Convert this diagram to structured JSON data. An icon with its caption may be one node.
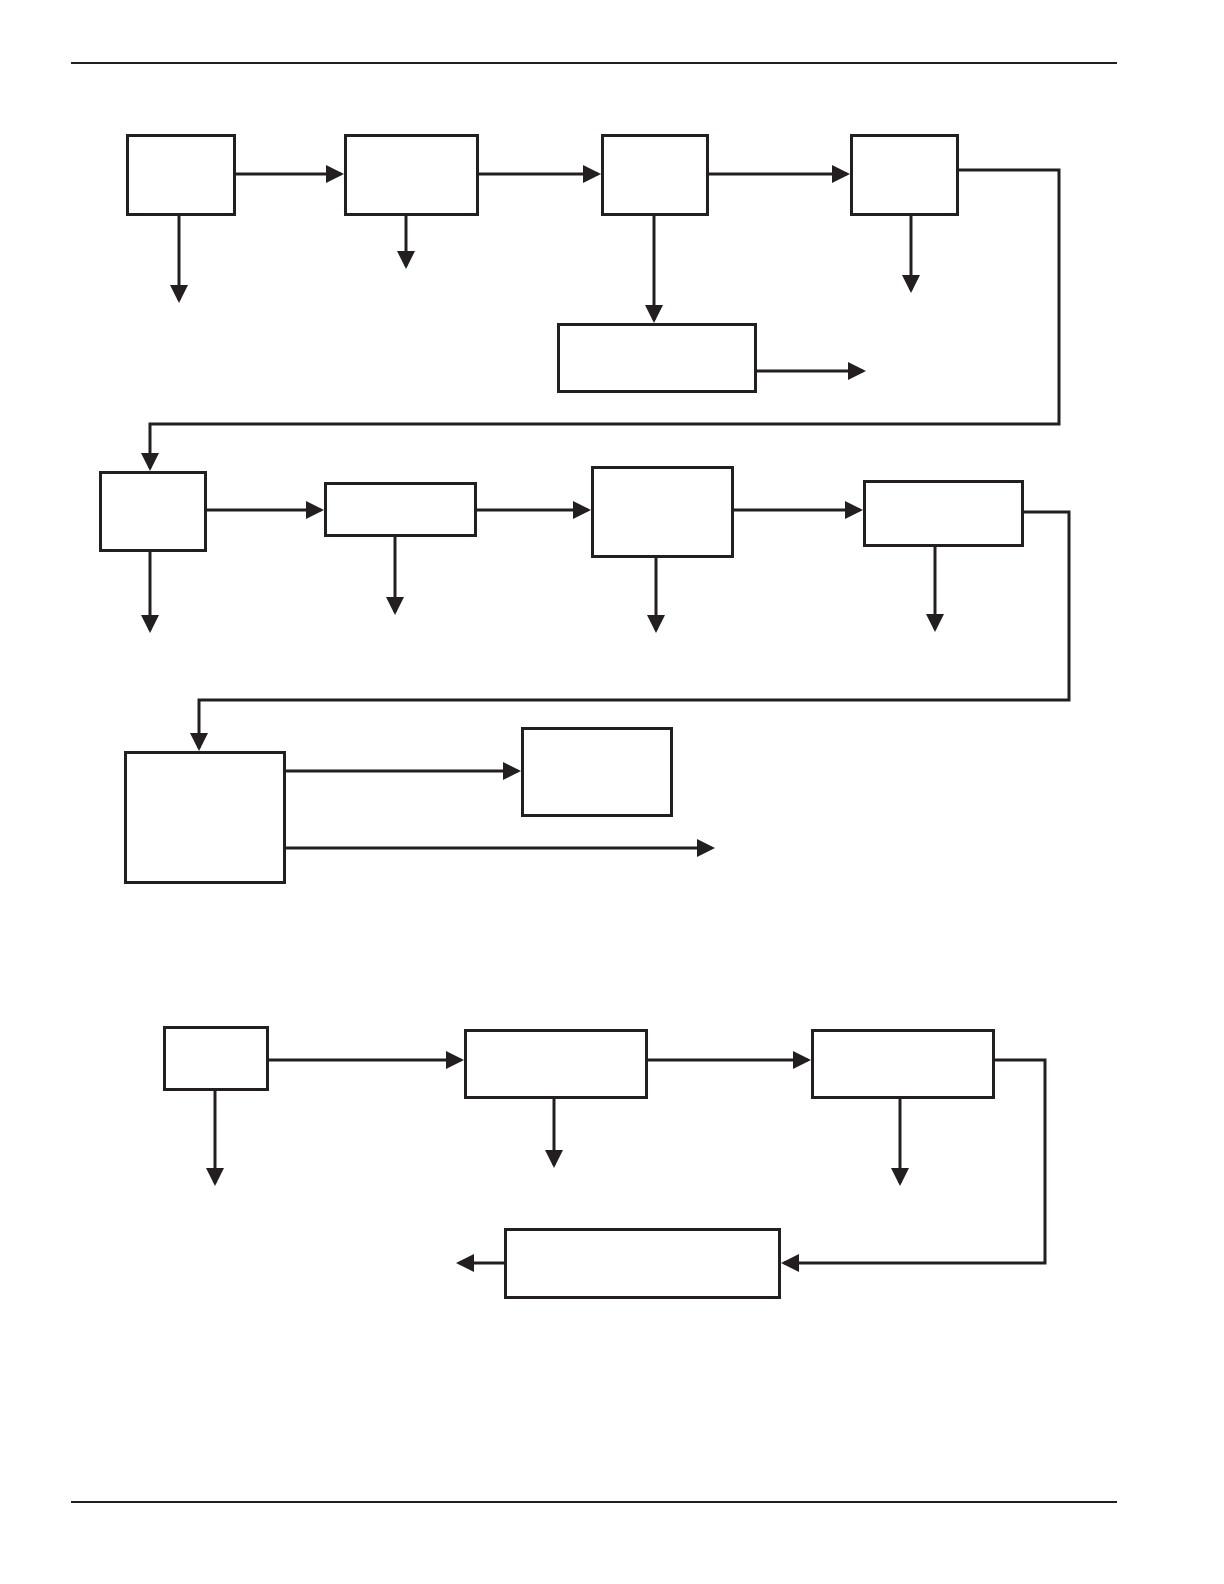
{
  "diagram": {
    "nodes": [
      {
        "text": [],
        "shape": "box"
      },
      {
        "text": [],
        "shape": "box"
      },
      {
        "text": [],
        "shape": "box"
      },
      {
        "text": [],
        "shape": "box"
      },
      {
        "text": [],
        "shape": "box"
      },
      {
        "text": [],
        "shape": "box"
      },
      {
        "text": [],
        "shape": "box"
      },
      {
        "text": [],
        "shape": "box"
      },
      {
        "text": [],
        "shape": "box"
      },
      {
        "text": [],
        "shape": "box"
      },
      {
        "text": [],
        "shape": "box"
      },
      {
        "text": [],
        "shape": "box"
      },
      {
        "text": [],
        "shape": "box"
      },
      {
        "text": [],
        "shape": "box"
      },
      {
        "text": [],
        "shape": "box"
      }
    ],
    "edges": [
      {
        "from": 0,
        "to": 1,
        "arrow": "to"
      },
      {
        "from": 0,
        "to": null,
        "arrow": "to"
      },
      {
        "from": 1,
        "to": 2,
        "arrow": "to"
      },
      {
        "from": 1,
        "to": null,
        "arrow": "to"
      },
      {
        "from": 2,
        "to": 3,
        "arrow": "to"
      },
      {
        "from": 2,
        "to": 4,
        "arrow": "to"
      },
      {
        "from": 3,
        "to": null,
        "arrow": "to"
      },
      {
        "from": 3,
        "to": 5,
        "arrow": "to"
      },
      {
        "from": 4,
        "to": null,
        "arrow": "to"
      },
      {
        "from": 5,
        "to": 6,
        "arrow": "to"
      },
      {
        "from": 5,
        "to": null,
        "arrow": "to"
      },
      {
        "from": 6,
        "to": 7,
        "arrow": "to"
      },
      {
        "from": 6,
        "to": null,
        "arrow": "to"
      },
      {
        "from": 7,
        "to": 8,
        "arrow": "to"
      },
      {
        "from": 7,
        "to": null,
        "arrow": "to"
      },
      {
        "from": 8,
        "to": 9,
        "arrow": "to"
      },
      {
        "from": 8,
        "to": null,
        "arrow": "to"
      },
      {
        "from": 9,
        "to": 10,
        "arrow": "to"
      },
      {
        "from": 9,
        "to": null,
        "arrow": "to"
      },
      {
        "from": 11,
        "to": 12,
        "arrow": "to"
      },
      {
        "from": 11,
        "to": null,
        "arrow": "to"
      },
      {
        "from": 12,
        "to": 13,
        "arrow": "to"
      },
      {
        "from": 12,
        "to": null,
        "arrow": "to"
      },
      {
        "from": 13,
        "to": 14,
        "arrow": "to"
      },
      {
        "from": 13,
        "to": null,
        "arrow": "to"
      },
      {
        "from": 14,
        "to": null,
        "arrow": "to"
      }
    ]
  }
}
